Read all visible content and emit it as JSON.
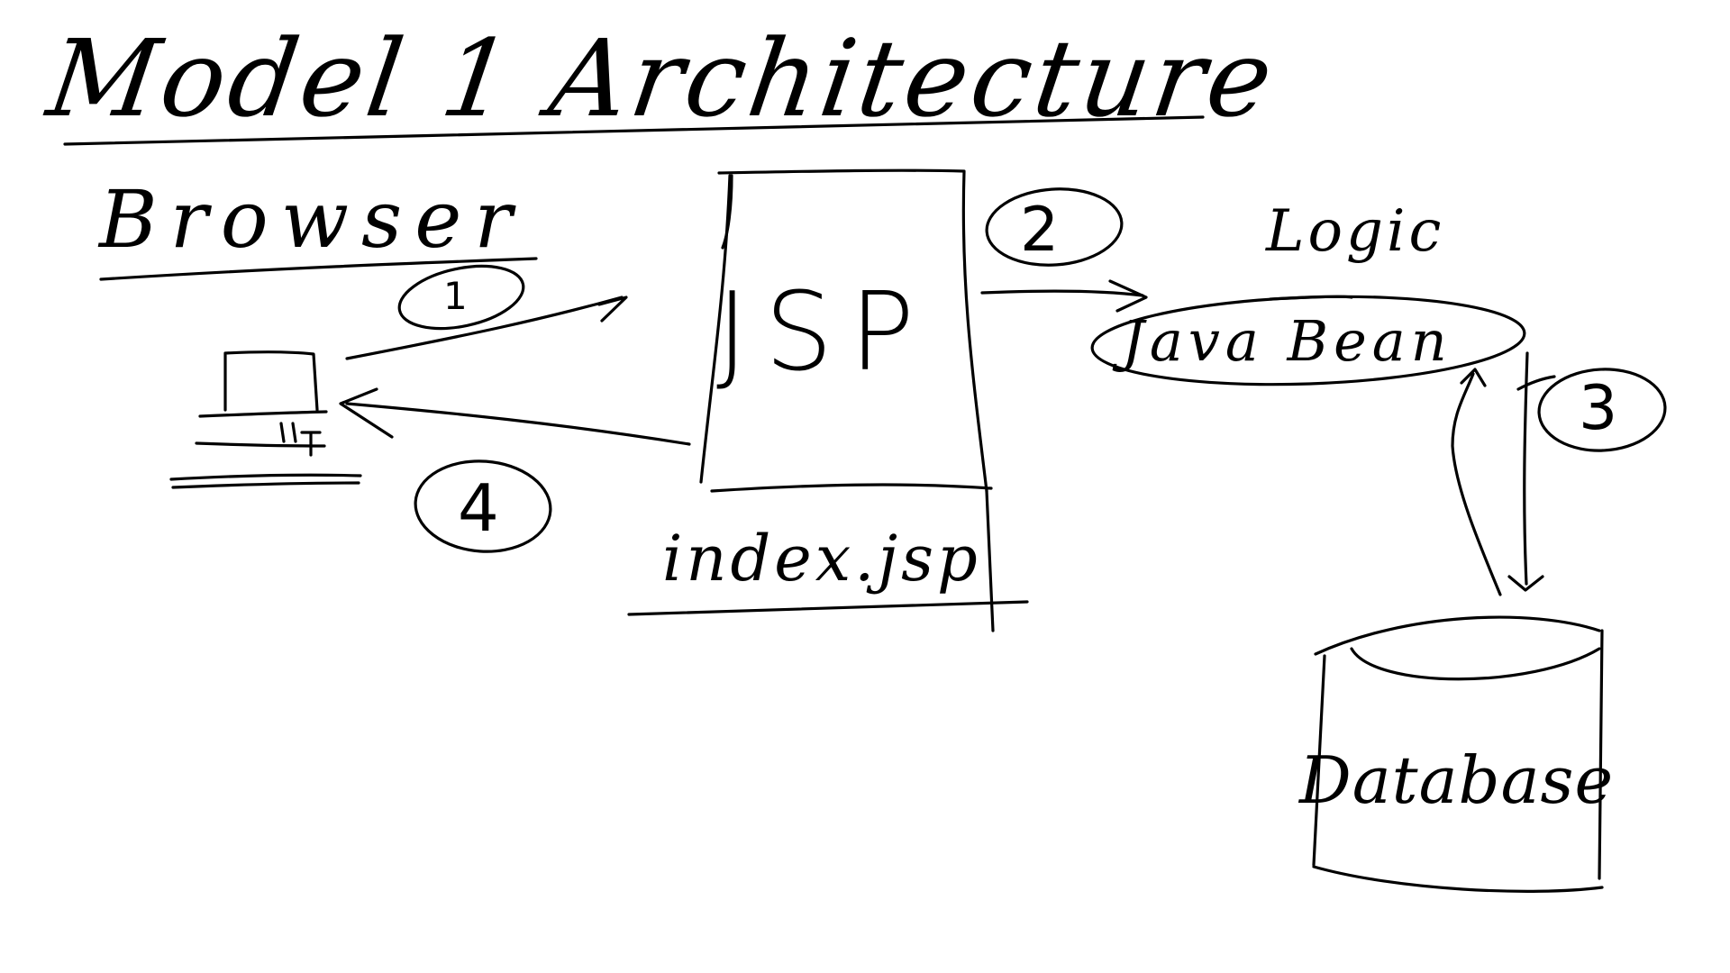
{
  "diagram": {
    "title": "Model 1 Architecture",
    "browser_label": "Browser",
    "jsp_label": "JSP",
    "file_label": "index.jsp",
    "logic_label": "Logic",
    "bean_label": "Java Bean",
    "database_label": "Database",
    "steps": [
      "1",
      "2",
      "3",
      "4"
    ]
  }
}
